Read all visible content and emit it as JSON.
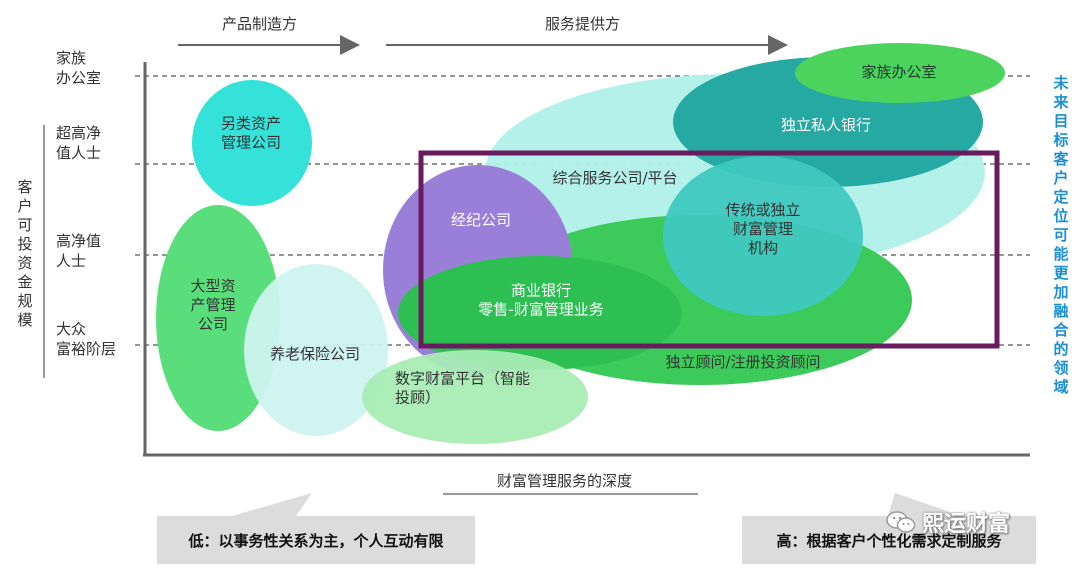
{
  "header": {
    "producer_label": "产品制造方",
    "provider_label": "服务提供方"
  },
  "y_axis": {
    "title": "客户可投资金规模",
    "levels": [
      {
        "line1": "家族",
        "line2": "办公室"
      },
      {
        "line1": "超高净",
        "line2": "值人士"
      },
      {
        "line1": "高净值",
        "line2": "人士"
      },
      {
        "line1": "大众",
        "line2": "富裕阶层"
      }
    ]
  },
  "x_axis": {
    "title": "财富管理服务的深度"
  },
  "right_note": "未来目标客户定位可能更加融合的领域",
  "segments": [
    {
      "id": "family-office",
      "lines": [
        "家族办公室"
      ],
      "color": "#4cd35e"
    },
    {
      "id": "private-bank",
      "lines": [
        "独立私人银行"
      ],
      "color": "#27a9a3"
    },
    {
      "id": "integrated-platform",
      "lines": [
        "综合服务公司/平台"
      ],
      "color": "#b0f0ea"
    },
    {
      "id": "alternative-asset",
      "lines": [
        "另类资产",
        "管理公司"
      ],
      "color": "#35e2da"
    },
    {
      "id": "brokerage",
      "lines": [
        "经纪公司"
      ],
      "color": "#9a7fd8"
    },
    {
      "id": "traditional-wealth",
      "lines": [
        "传统或独立",
        "财富管理",
        "机构"
      ],
      "color": "#3fc8c0"
    },
    {
      "id": "commercial-bank",
      "lines": [
        "商业银行",
        "零售-财富管理业务"
      ],
      "color": "#2dbf52"
    },
    {
      "id": "independent-advisor",
      "lines": [
        "独立顾问/注册投资顾问"
      ],
      "color": "#3cca5a"
    },
    {
      "id": "large-asset-mgr",
      "lines": [
        "大型资",
        "产管理",
        "公司"
      ],
      "color": "#5ade7c"
    },
    {
      "id": "pension-insurance",
      "lines": [
        "养老保险公司"
      ],
      "color": "#cdf3ef"
    },
    {
      "id": "digital-platform",
      "lines": [
        "数字财富平台（智能",
        "投顾）"
      ],
      "color": "#a8ecb4"
    }
  ],
  "callouts": {
    "low": "低：以事务性关系为主，个人互动有限",
    "high": "高：根据客户个性化需求定制服务"
  },
  "watermark": "熙运财富",
  "colors": {
    "frame": "#6a1b5e",
    "accent_text": "#1a8fd6"
  }
}
